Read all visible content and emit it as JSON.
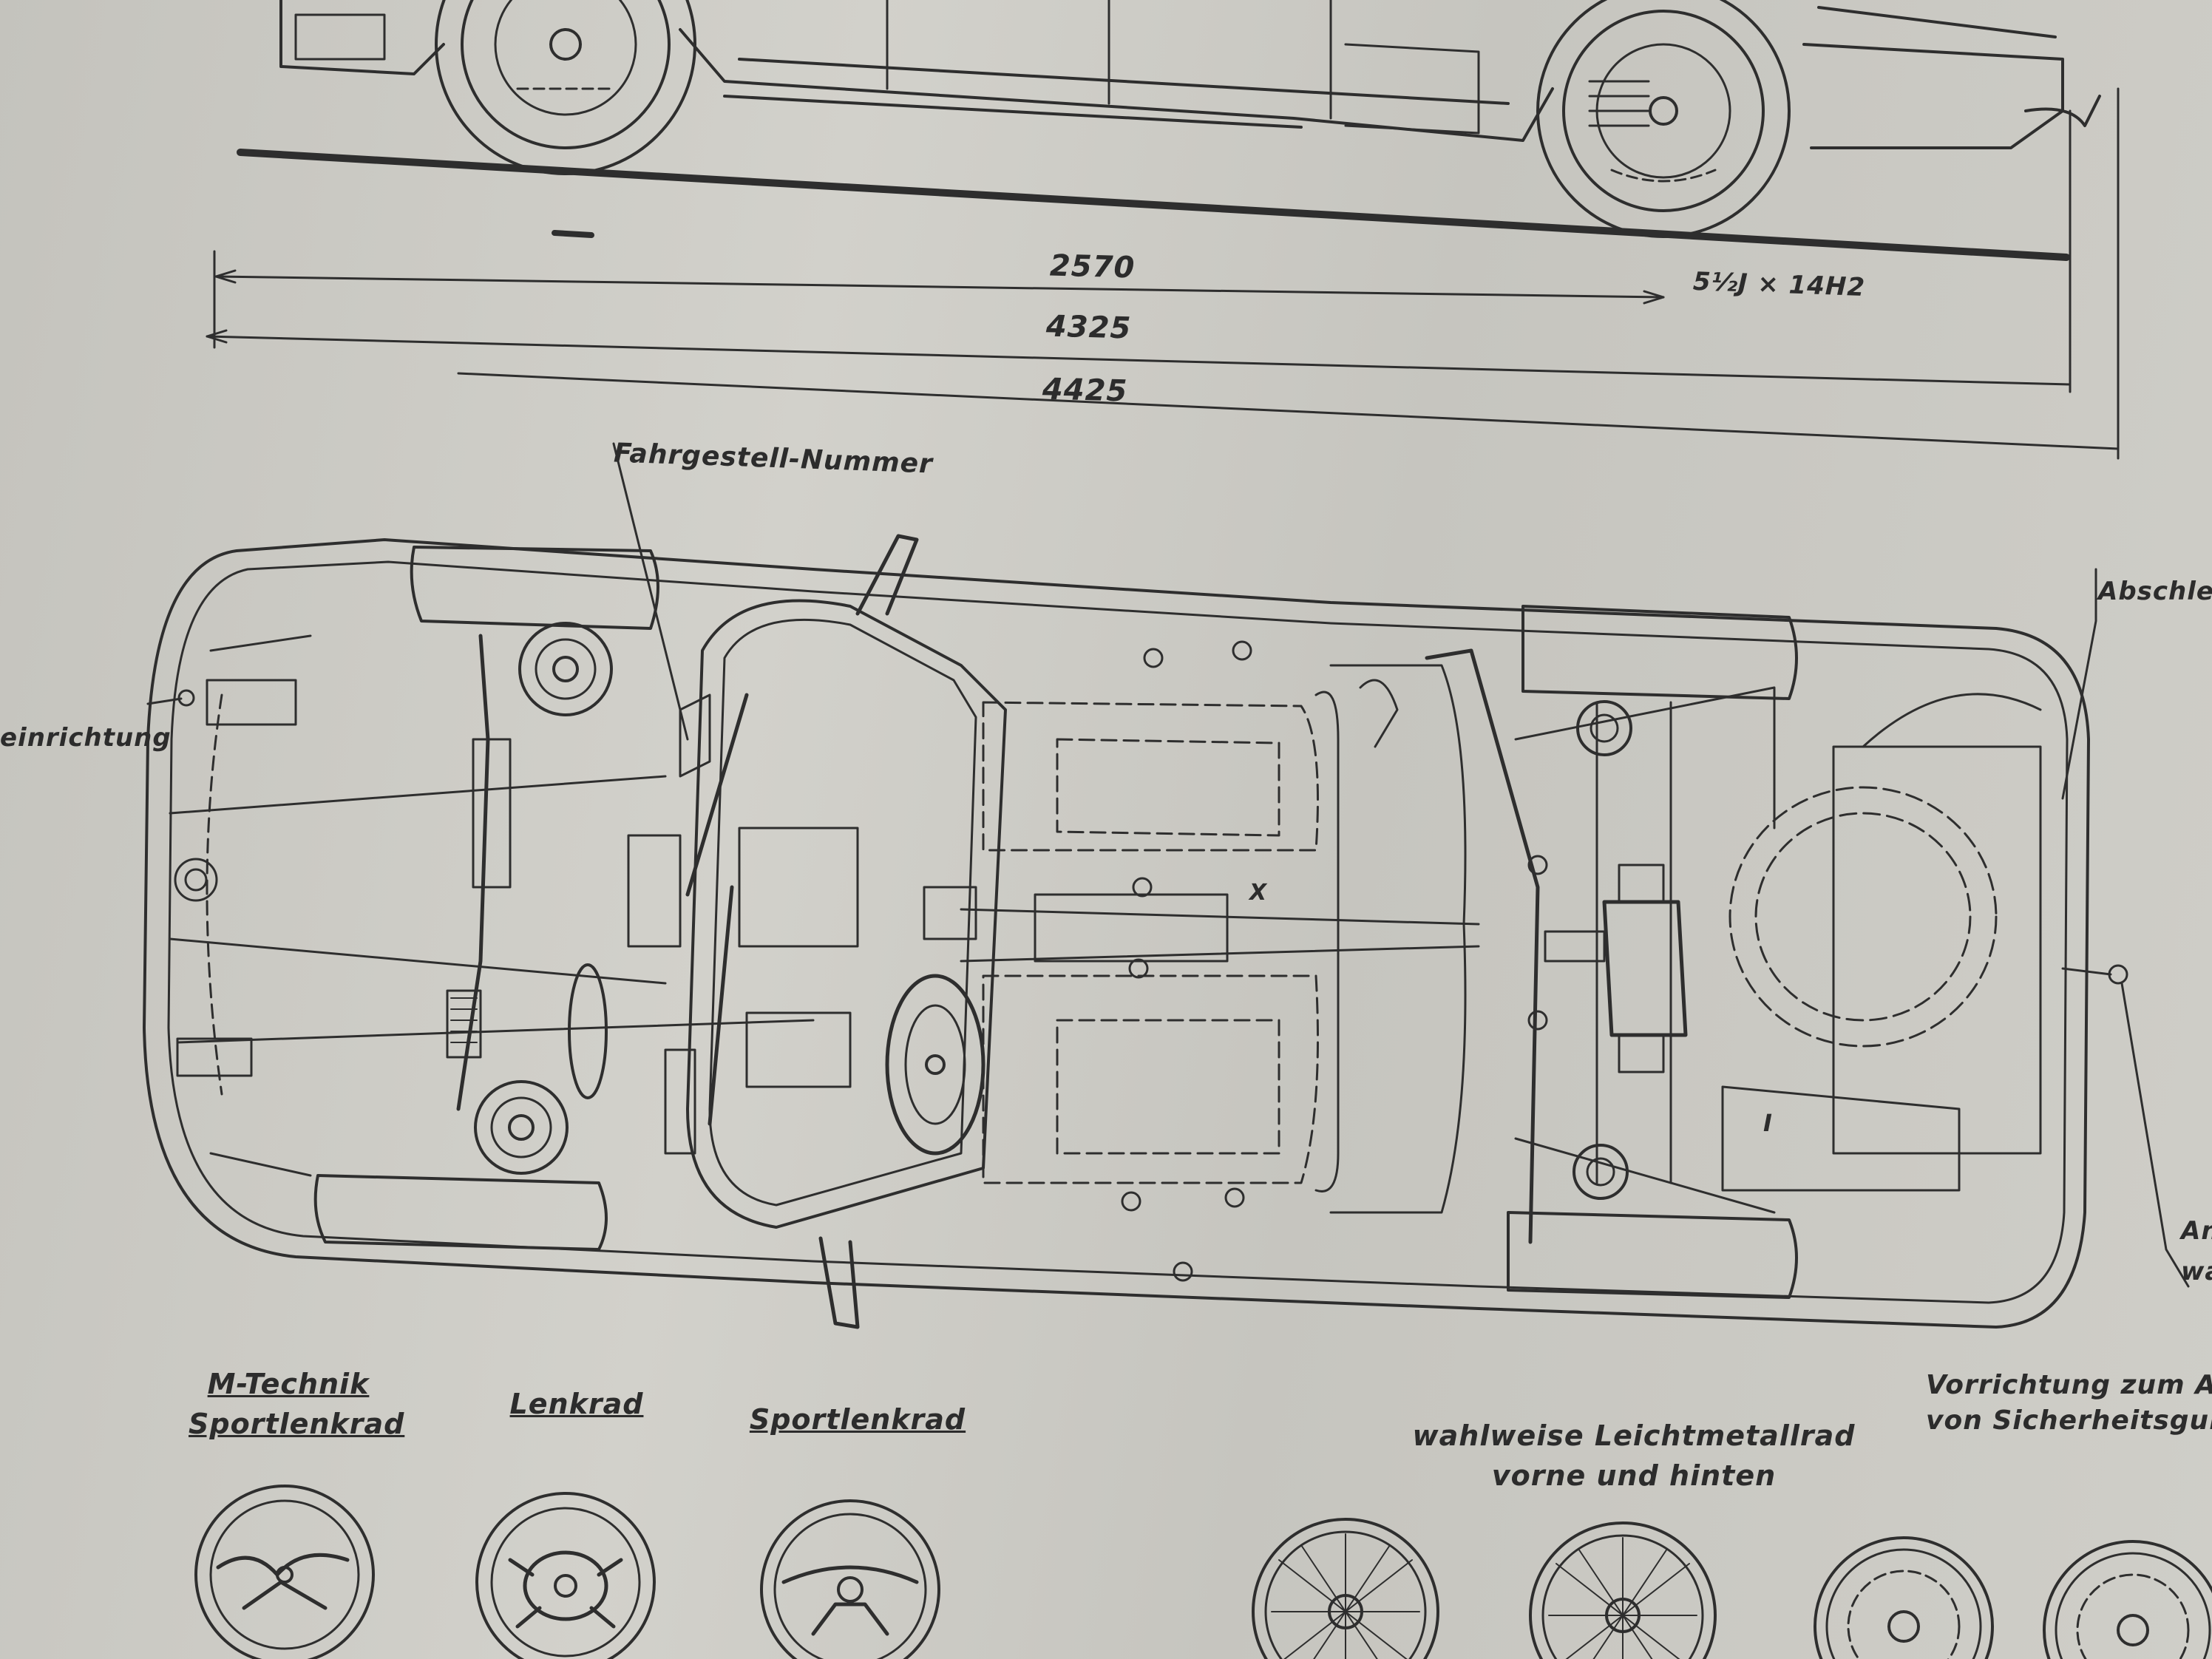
{
  "dimensions": {
    "wheelbase": "2570",
    "length_short": "4325",
    "length_long": "4425",
    "tire_spec": "5½J × 14H2"
  },
  "labels": {
    "chassis_number": "Fahrgestell-Nummer",
    "towing_left": "einrichtung",
    "towing_right": "Abschlep",
    "edge_right_1": "An",
    "edge_right_2": "wa",
    "belt_line1": "Vorrichtung zum An",
    "belt_line2": "von Sicherheitsgurt",
    "interior_mark_x": "X",
    "interior_mark_i": "I"
  },
  "steering_wheels": [
    {
      "line1": "M-Technik",
      "line2": "Sportlenkrad"
    },
    {
      "line1": "Lenkrad",
      "line2": ""
    },
    {
      "line1": "Sportlenkrad",
      "line2": ""
    }
  ],
  "alloy_wheels": {
    "line1": "wahlweise Leichtmetallrad",
    "line2": "vorne und hinten"
  },
  "colors": {
    "ink": "#2c2c2c",
    "paper": "#c9c8c2"
  }
}
